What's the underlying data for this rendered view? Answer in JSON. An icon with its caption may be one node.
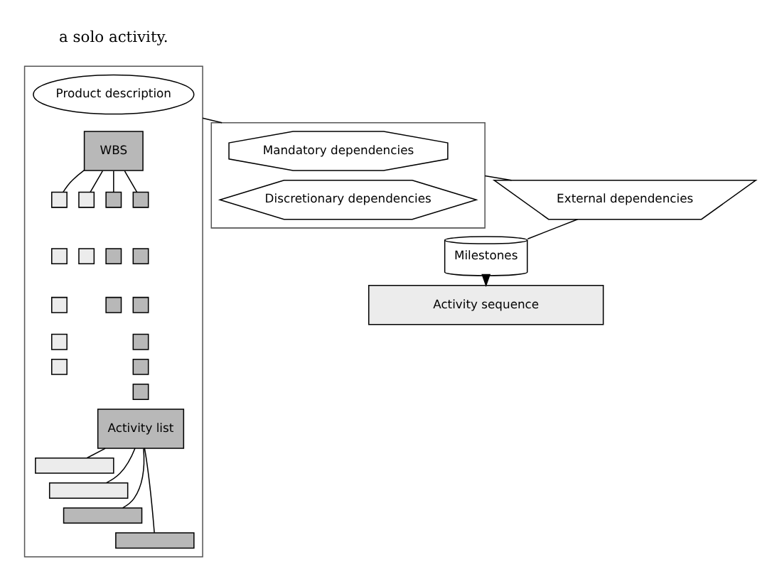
{
  "diagram": {
    "nodes": [
      {
        "text": [],
        "shape": "box"
      },
      {
        "text": [
          "Product description"
        ],
        "in": 0
      },
      {
        "text": [
          "WBS"
        ],
        "in": 0
      },
      {
        "text": [],
        "shape": "box",
        "in": 0
      },
      {
        "text": [],
        "shape": "box",
        "in": 0
      },
      {
        "text": [],
        "shape": "box",
        "in": 0
      },
      {
        "text": [],
        "shape": "box",
        "in": 0
      },
      {
        "text": [],
        "shape": "box",
        "in": 0
      },
      {
        "text": [],
        "shape": "box",
        "in": 0
      },
      {
        "text": [],
        "shape": "box",
        "in": 0
      },
      {
        "text": [],
        "shape": "box",
        "in": 0
      },
      {
        "text": [],
        "shape": "box",
        "in": 0
      },
      {
        "text": [],
        "shape": "box",
        "in": 0
      },
      {
        "text": [],
        "shape": "box",
        "in": 0
      },
      {
        "text": [],
        "shape": "box",
        "in": 0
      },
      {
        "text": [],
        "shape": "box",
        "in": 0
      },
      {
        "text": [],
        "shape": "box",
        "in": 0
      },
      {
        "text": [],
        "shape": "box",
        "in": 0
      },
      {
        "text": [],
        "shape": "box",
        "in": 0
      },
      {
        "text": [
          "Activity list"
        ],
        "in": 0
      },
      {
        "text": [],
        "shape": "bar",
        "in": 0
      },
      {
        "text": [],
        "shape": "bar",
        "in": 0
      },
      {
        "text": [],
        "shape": "bar",
        "in": 0
      },
      {
        "text": [],
        "shape": "bar",
        "in": 0
      },
      {
        "text": [],
        "shape": "box"
      },
      {
        "text": [
          "Mandatory dependencies"
        ],
        "in": 24
      },
      {
        "text": [
          "Discretionary dependencies"
        ],
        "in": 24
      },
      {
        "text": [
          "External dependencies"
        ]
      },
      {
        "text": [
          "Milestones"
        ]
      },
      {
        "text": [
          "Activity sequence"
        ]
      }
    ],
    "edges": [
      {
        "from": 2,
        "to": 3,
        "arrow": "none"
      },
      {
        "from": 2,
        "to": 8,
        "arrow": "none"
      },
      {
        "from": 2,
        "to": 10,
        "arrow": "none"
      },
      {
        "from": 2,
        "to": 13,
        "arrow": "none"
      },
      {
        "from": 19,
        "to": 20,
        "arrow": "none"
      },
      {
        "from": 19,
        "to": 21,
        "arrow": "none"
      },
      {
        "from": 19,
        "to": 22,
        "arrow": "none"
      },
      {
        "from": 19,
        "to": 23,
        "arrow": "none"
      },
      {
        "from": 0,
        "to": 24,
        "arrow": "none"
      },
      {
        "from": 24,
        "to": 27,
        "arrow": "none"
      },
      {
        "from": 27,
        "to": 28,
        "arrow": "none"
      },
      {
        "from": 28,
        "to": 29,
        "arrow": "to"
      }
    ],
    "labels": [
      "a solo activity."
    ]
  }
}
